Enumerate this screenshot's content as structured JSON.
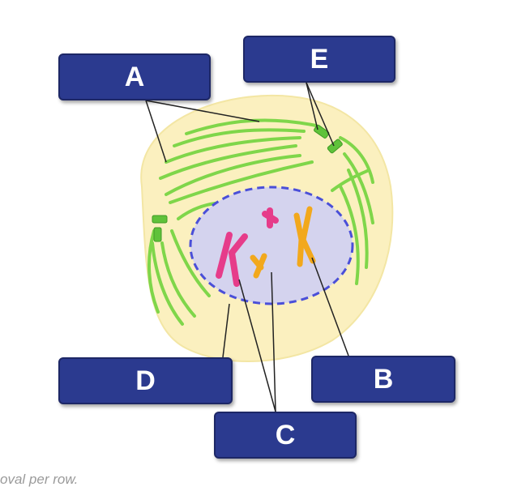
{
  "diagram": {
    "labels": {
      "a": "A",
      "b": "B",
      "c": "C",
      "d": "D",
      "e": "E"
    },
    "colors": {
      "cytoplasm": "#fbf0bf",
      "nucleus": "#d4d3ee",
      "nuclear_envelope": "#4a4fd8",
      "spindle_fibers": "#7fd64a",
      "centrioles": "#5fc23a",
      "chromosome_pink": "#e63c8a",
      "chromosome_orange": "#f2a81c",
      "label_box": "#2b3a8f"
    }
  },
  "footer": {
    "text": "oval per row."
  }
}
